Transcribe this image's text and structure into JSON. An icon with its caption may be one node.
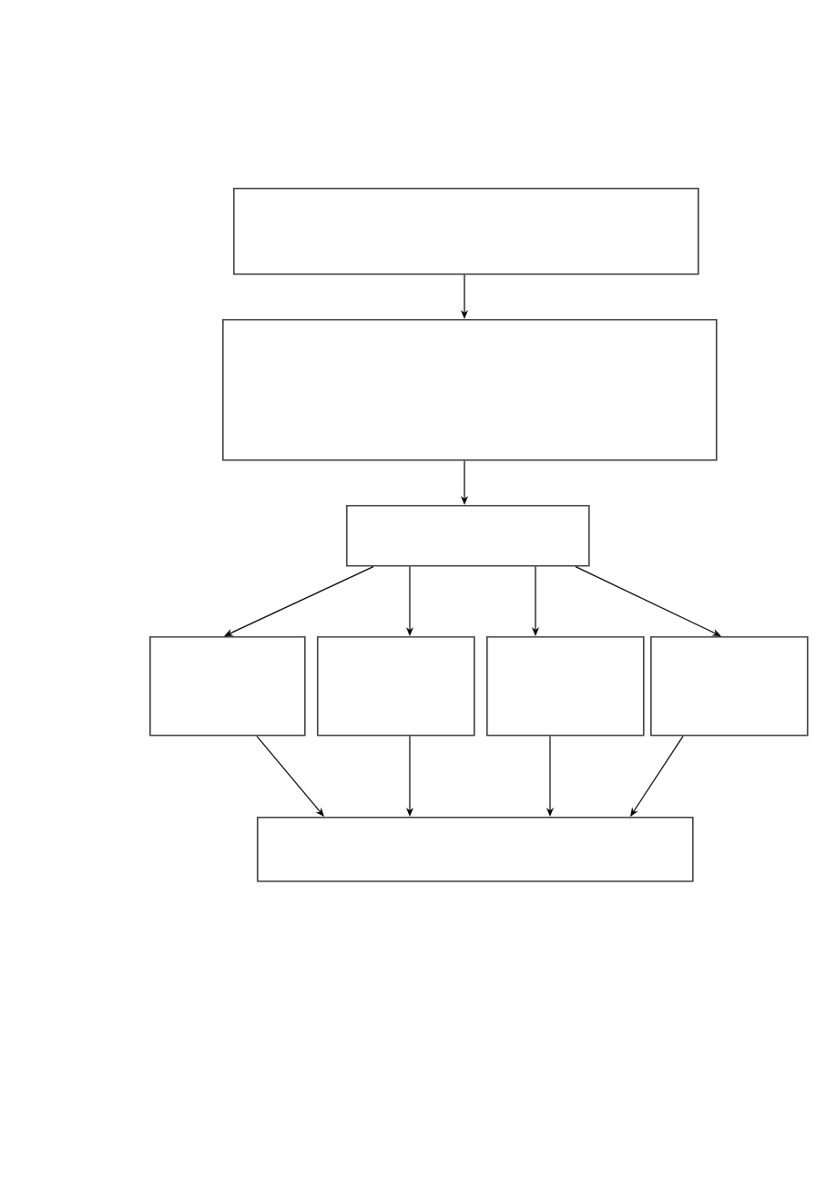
{
  "diagram": {
    "nodes": [
      {
        "text": [],
        "shape": "box"
      },
      {
        "text": [],
        "shape": "box"
      },
      {
        "text": [],
        "shape": "box"
      },
      {
        "text": [],
        "shape": "box"
      },
      {
        "text": [],
        "shape": "box"
      },
      {
        "text": [],
        "shape": "box"
      },
      {
        "text": [],
        "shape": "box"
      },
      {
        "text": [],
        "shape": "box"
      }
    ],
    "edges": [
      {
        "from": 0,
        "to": 1,
        "arrow": "to"
      },
      {
        "from": 1,
        "to": 2,
        "arrow": "to"
      },
      {
        "from": 2,
        "to": 3,
        "arrow": "to"
      },
      {
        "from": 2,
        "to": 4,
        "arrow": "to"
      },
      {
        "from": 2,
        "to": 5,
        "arrow": "to"
      },
      {
        "from": 2,
        "to": 6,
        "arrow": "to"
      },
      {
        "from": 3,
        "to": 7,
        "arrow": "to"
      },
      {
        "from": 4,
        "to": 7,
        "arrow": "to"
      },
      {
        "from": 5,
        "to": 7,
        "arrow": "to"
      },
      {
        "from": 6,
        "to": 7,
        "arrow": "to"
      }
    ]
  }
}
